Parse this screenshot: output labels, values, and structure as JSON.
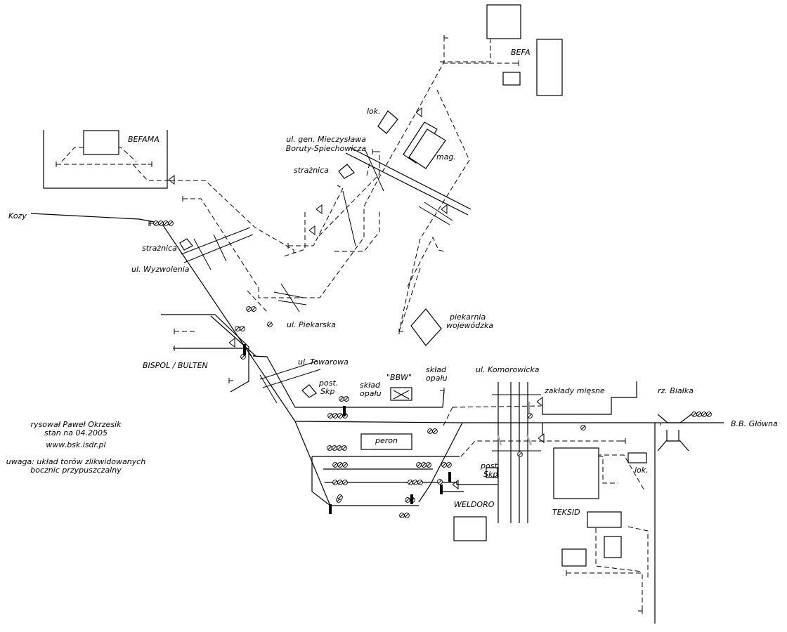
{
  "labels": {
    "kozy": "Kozy",
    "befama": "BEFAMA",
    "befa": "BEFA",
    "lok_top": "lok.",
    "street_boruty_1": "ul. gen. Mieczysława",
    "street_boruty_2": "Boruty-Spiechowicza",
    "straznica_top": "strażnica",
    "mag": "mag.",
    "straznica_left": "strażnica",
    "street_wyzwolenia": "ul. Wyzwolenia",
    "street_piekarska": "ul. Piekarska",
    "piekarnia_1": "piekarnia",
    "piekarnia_2": "wojewódzka",
    "bispol": "BISPOL / BULTEN",
    "street_towarowa": "ul. Towarowa",
    "post_skp_1_a": "post.",
    "post_skp_1_b": "Skp",
    "sklad_opalu_1_a": "skład",
    "sklad_opalu_1_b": "opału",
    "bbw": "\"BBW\"",
    "sklad_opalu_2_a": "skład",
    "sklad_opalu_2_b": "opału",
    "street_komorowicka": "ul. Komorowicka",
    "zaklady_miesne": "zakłady mięsne",
    "rz_bialka": "rz. Białka",
    "bb_glowna": "B.B. Główna",
    "peron": "peron",
    "post_skp_2_a": "post.",
    "post_skp_2_b": "Skp",
    "lok_right": "lok.",
    "weldoro": "WELDORO",
    "teksid": "TEKSID"
  },
  "credits": {
    "author": "rysował Paweł Okrzesik",
    "date": "stan na 04.2005",
    "website": "www.bsk.isdr.pl",
    "note_1": "uwaga: układ torów zlikwidowanych",
    "note_2": "bocznic przypuszczalny"
  }
}
